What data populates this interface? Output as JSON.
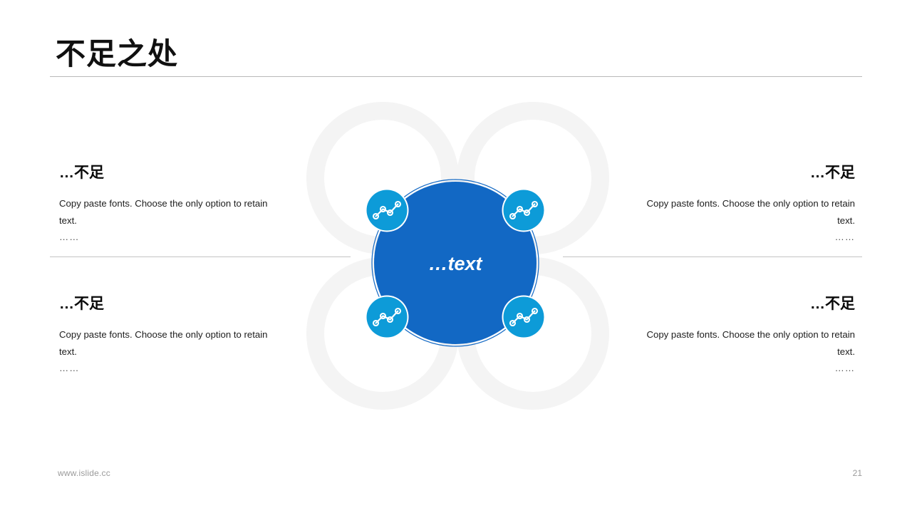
{
  "slide": {
    "title": "不足之处",
    "accent_blue": "#1268C4",
    "accent_cyan": "#0D9BD8",
    "background": "#FFFFFF",
    "ring_gray": "#F4F4F4"
  },
  "center": {
    "label": "…text",
    "icon_name": "line-chart-icon",
    "node_count": 4
  },
  "blocks": [
    {
      "position": "top-left",
      "heading": "…不足",
      "body": "Copy paste fonts. Choose the only option to retain text.",
      "dots": "……"
    },
    {
      "position": "top-right",
      "heading": "…不足",
      "body": "Copy paste fonts. Choose the only option to retain text.",
      "dots": "……"
    },
    {
      "position": "bottom-left",
      "heading": "…不足",
      "body": "Copy paste fonts. Choose the only option to retain text.",
      "dots": "……"
    },
    {
      "position": "bottom-right",
      "heading": "…不足",
      "body": "Copy paste fonts. Choose the only option to retain text.",
      "dots": "……"
    }
  ],
  "footer": {
    "site": "www.islide.cc",
    "page_number": "21"
  }
}
